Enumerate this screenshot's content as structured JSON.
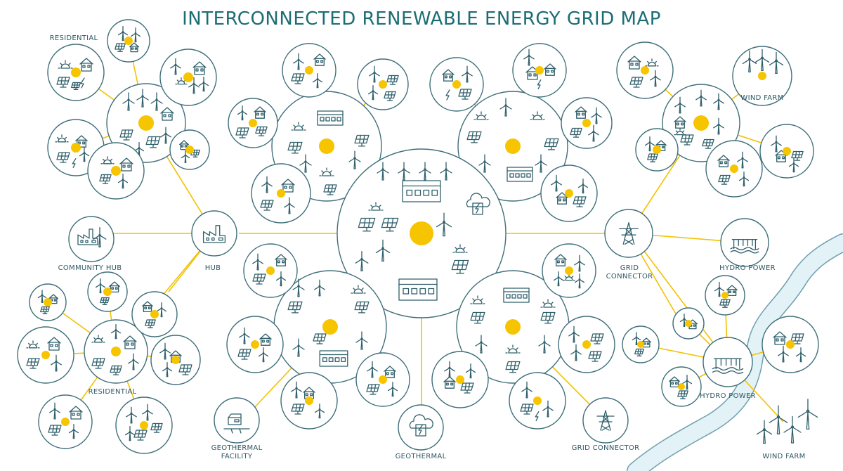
{
  "title": "INTERCONNECTED RENEWABLE ENERGY GRID MAP",
  "colors": {
    "title": "#1b6d74",
    "node_stroke": "#3f6f7a",
    "node_fill": "#ffffff",
    "icon_stroke": "#2f5f6a",
    "link": "#f2c200",
    "hub_dot": "#f7c400",
    "river": "#e3f2f6",
    "river_edge": "#6f9fae"
  },
  "labels": {
    "residential_top": "RESIDENTIAL",
    "residential_bottom": "RESIDENTIAL",
    "community_hub": "COMMUNITY HUB",
    "hub": "HUB",
    "grid_connector_right": "GRID",
    "grid_connector_right_2": "CONNECTOR",
    "hydro_power_top": "HYDRO POWER",
    "hydro_power_bottom": "HYDRO POWER",
    "wind_farm_top": "WIND FARM",
    "wind_farm_bottom": "WIND FARM",
    "geothermal_facility_1": "GEOTHERMAL",
    "geothermal_facility_2": "FACILITY",
    "geothermal": "GEOTHERMAL",
    "grid_connector_bottom": "GRID CONNECTOR"
  },
  "icons": [
    "sun-icon",
    "house-icon",
    "wind-turbine-icon",
    "solar-panel-icon",
    "factory-icon",
    "pylon-icon",
    "dam-icon",
    "lightning-icon",
    "building-icon"
  ]
}
